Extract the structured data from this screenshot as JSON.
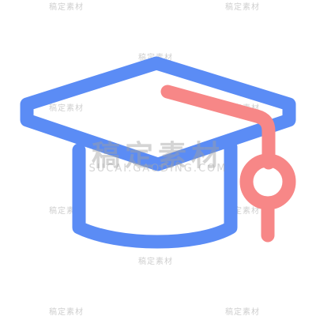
{
  "colors": {
    "cap_stroke": "#5b8cf5",
    "tassel_stroke": "#f78787",
    "background": "#ffffff"
  },
  "icon": {
    "name": "graduation-cap-icon"
  },
  "watermark": {
    "main_text": "稿定素材",
    "sub_text": "SUCAI.GAODING.COM",
    "tile_text": "稿定素材"
  }
}
